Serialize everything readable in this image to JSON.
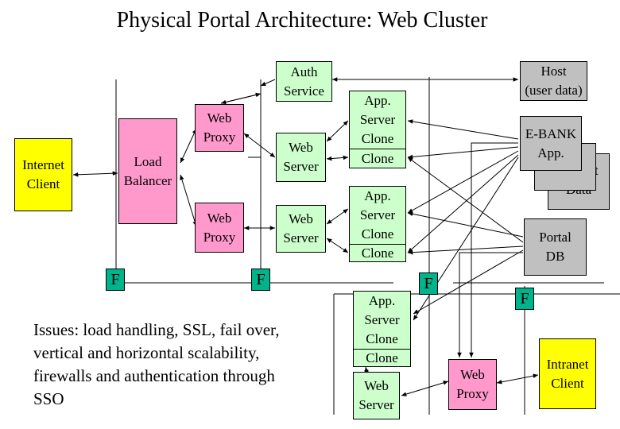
{
  "title": "Physical Portal Architecture: Web Cluster",
  "issues": "Issues: load handling, SSL, fail over, vertical and horizontal scalability, firewalls and authentication through SSO",
  "firewall_label": "F",
  "nodes": {
    "internet_client": "Internet\nClient",
    "load_balancer": "Load\nBalancer",
    "web_proxy_top": "Web\nProxy",
    "web_proxy_bottom": "Web\nProxy",
    "auth_service": "Auth\nService",
    "web_server_1": "Web\nServer",
    "web_server_2": "Web\nServer",
    "web_server_3": "Web\nServer",
    "app_server_1": "App.\nServer\nClone",
    "app_server_2": "App.\nServer\nClone",
    "app_server_3": "App.\nServer\nClone",
    "clone_label": "Clone",
    "host": "Host\n(user data)",
    "ebank": "E-BANK\nApp.",
    "market_data": "Market\nData",
    "portal_db": "Portal\nDB",
    "web_proxy_intranet": "Web\nProxy",
    "intranet_client": "Intranet\nClient"
  },
  "colors": {
    "client": "#ffff00",
    "proxy": "#ff99cc",
    "server": "#ccffcc",
    "data": "#c0c0c0",
    "firewall": "#00b38a"
  }
}
